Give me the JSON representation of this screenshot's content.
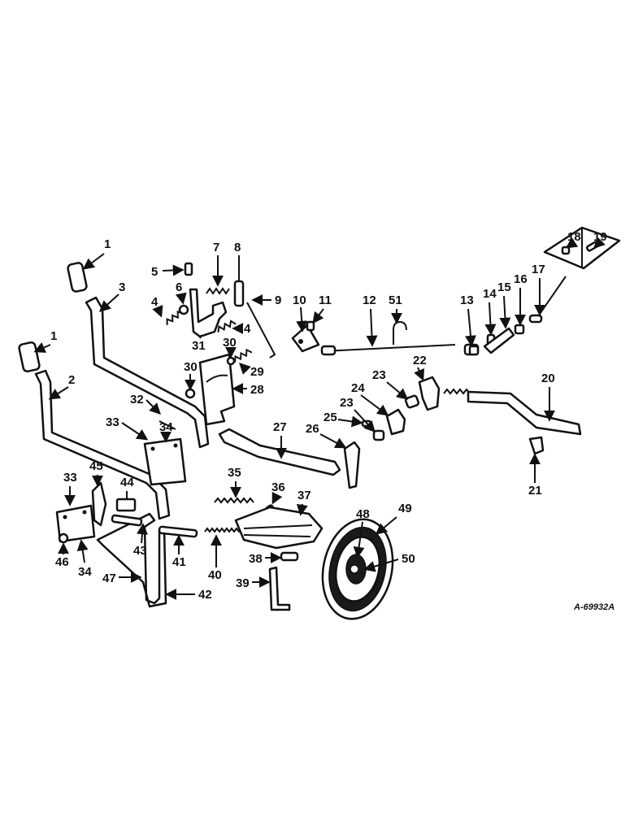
{
  "diagram": {
    "reference": "A-69932A",
    "callouts": [
      "1",
      "1",
      "2",
      "3",
      "4",
      "4",
      "5",
      "6",
      "7",
      "8",
      "9",
      "10",
      "11",
      "12",
      "13",
      "14",
      "15",
      "16",
      "17",
      "18",
      "19",
      "20",
      "21",
      "22",
      "23",
      "23",
      "24",
      "25",
      "26",
      "27",
      "28",
      "29",
      "30",
      "30",
      "31",
      "32",
      "33",
      "33",
      "34",
      "34",
      "35",
      "36",
      "37",
      "38",
      "39",
      "40",
      "41",
      "42",
      "43",
      "44",
      "45",
      "46",
      "47",
      "48",
      "49",
      "50",
      "51"
    ]
  }
}
